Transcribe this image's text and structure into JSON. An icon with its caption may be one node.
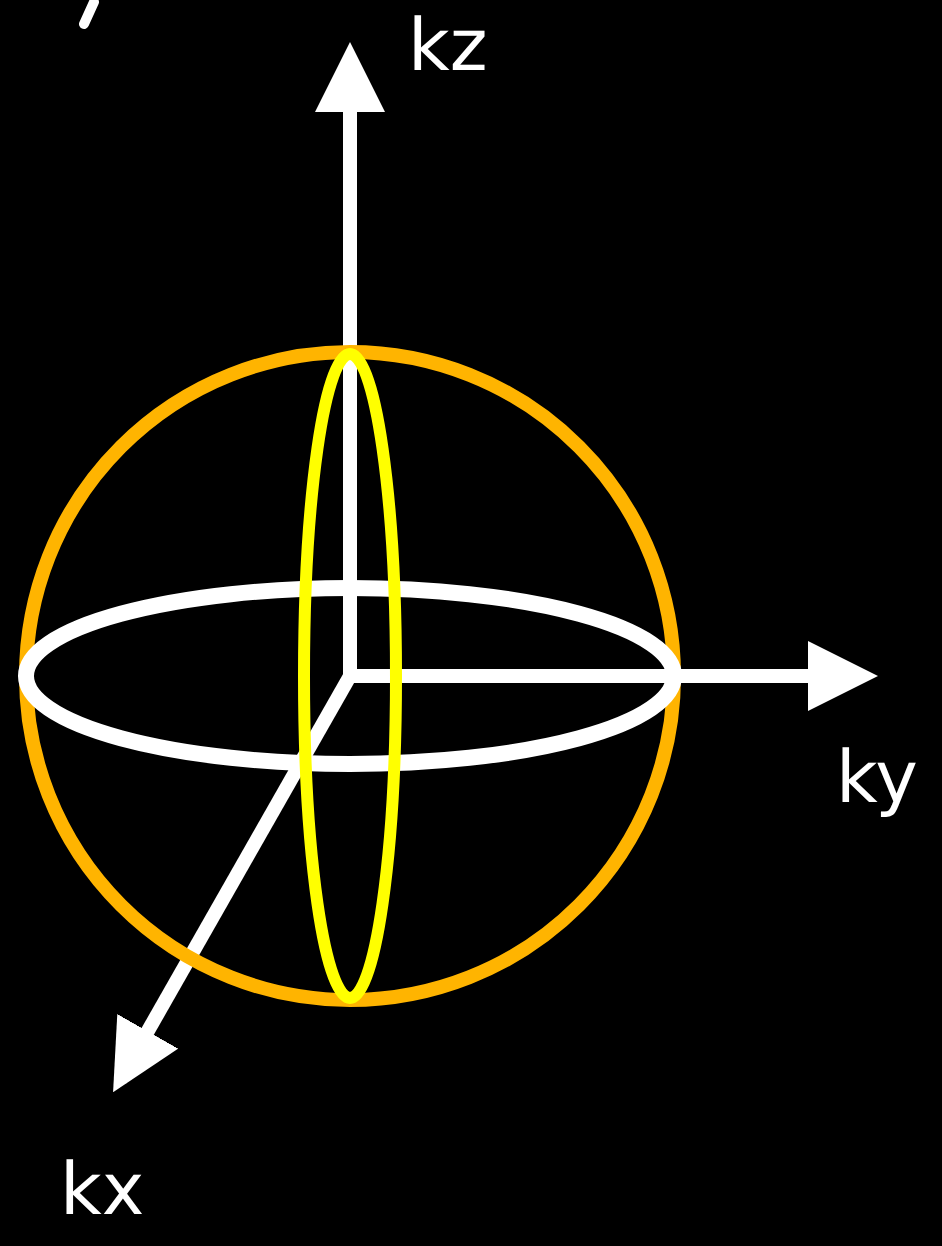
{
  "diagram": {
    "labels": [
      "kz",
      "ky",
      "kx"
    ]
  }
}
